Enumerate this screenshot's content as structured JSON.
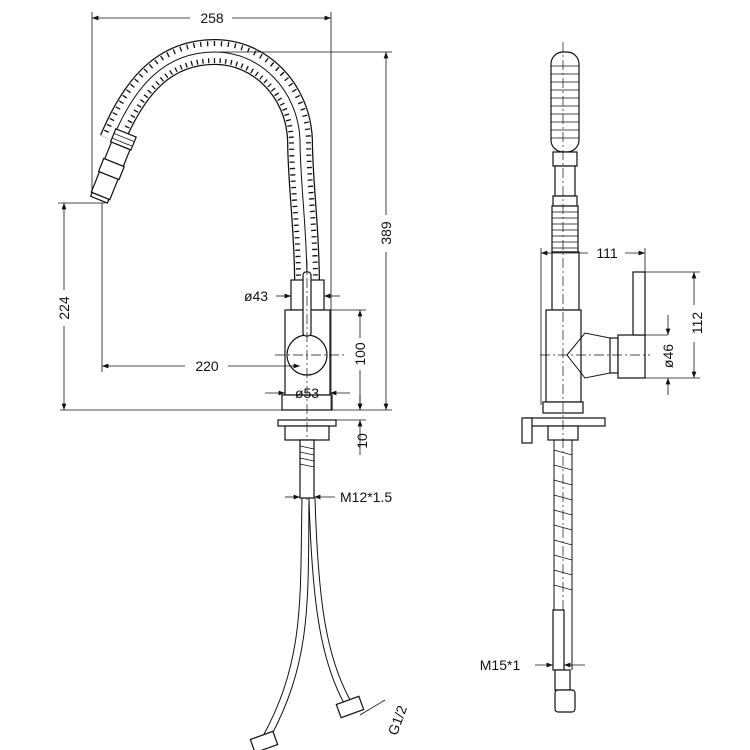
{
  "drawing": {
    "side_view": {
      "dim_overall_width": "258",
      "dim_overall_height": "389",
      "dim_spout_height": "224",
      "dim_spout_reach": "220",
      "dim_body_height": "100",
      "dim_neck_diameter": "ø43",
      "dim_body_diameter": "ø53",
      "dim_flange_thickness": "10",
      "dim_thread_rod": "M12*1.5",
      "dim_hose_connection": "G1/2"
    },
    "front_view": {
      "dim_handle_offset": "111",
      "dim_handle_height": "112",
      "dim_handle_diameter": "ø46",
      "dim_hose_thread": "M15*1"
    }
  }
}
